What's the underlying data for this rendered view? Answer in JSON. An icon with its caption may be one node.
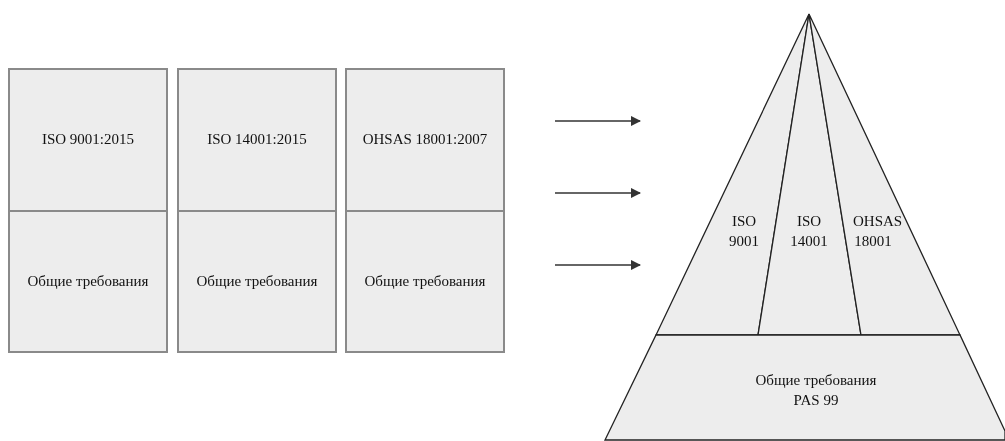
{
  "diagram": {
    "nodes": [
      {
        "text": [
          "ISO 9001:2015"
        ]
      },
      {
        "text": [
          "Общие требования"
        ]
      },
      {
        "text": [
          "ISO 14001:2015"
        ]
      },
      {
        "text": [
          "Общие требования"
        ]
      },
      {
        "text": [
          "OHSAS 18001:2007"
        ]
      },
      {
        "text": [
          "Общие требования"
        ]
      },
      {
        "text": [
          "ISO 9001"
        ]
      },
      {
        "text": [
          "ISO 14001"
        ]
      },
      {
        "text": [
          "OHSAS 18001"
        ]
      },
      {
        "text": [
          "Общие требования PAS 99"
        ]
      }
    ]
  }
}
